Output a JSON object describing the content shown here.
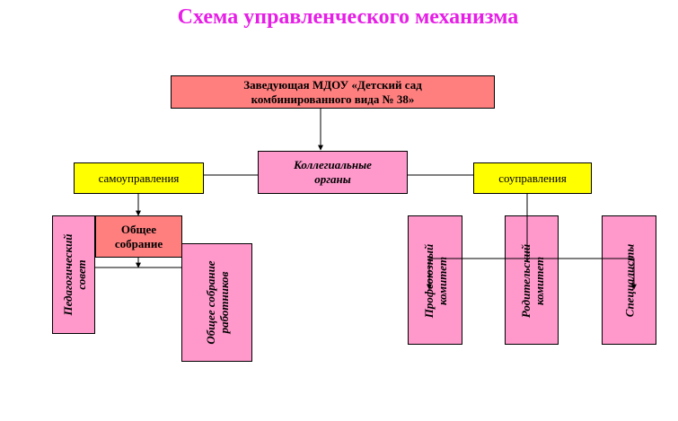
{
  "title": "Схема управленческого механизма",
  "boxes": {
    "head": [
      "Заведующая МДОУ «Детский сад",
      "комбинированного вида № 38»"
    ],
    "collegial": [
      "Коллегиальные",
      "органы"
    ],
    "self_gov": "самоуправления",
    "co_gov": "соуправления",
    "general_meeting": [
      "Общее",
      "собрание"
    ],
    "ped_council": [
      "Педагогический",
      "совет"
    ],
    "workers_meeting": [
      "Общее собрание",
      "работников"
    ],
    "union_committee": [
      "Профсоюзный",
      "комитет"
    ],
    "parent_committee": [
      "Родительский",
      "комитет"
    ],
    "specialists": "Специалисты"
  },
  "colors": {
    "title": "#e61ee6",
    "salmon": "#ff7f7f",
    "pink": "#ff99cc",
    "yellow": "#ffff00"
  }
}
